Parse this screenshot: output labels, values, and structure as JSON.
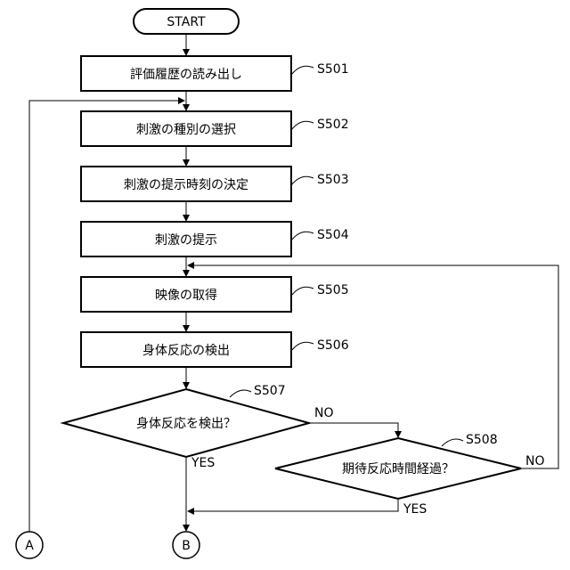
{
  "flowchart": {
    "start": "START",
    "steps": [
      {
        "text": "評価履歴の読み出し",
        "id": "S501"
      },
      {
        "text": "刺激の種別の選択",
        "id": "S502"
      },
      {
        "text": "刺激の提示時刻の決定",
        "id": "S503"
      },
      {
        "text": "刺激の提示",
        "id": "S504"
      },
      {
        "text": "映像の取得",
        "id": "S505"
      },
      {
        "text": "身体反応の検出",
        "id": "S506"
      }
    ],
    "decisions": [
      {
        "text": "身体反応を検出？",
        "id": "S507",
        "yes": "YES",
        "no": "NO"
      },
      {
        "text": "期待反応時間経過？",
        "id": "S508",
        "yes": "YES",
        "no": "NO"
      }
    ],
    "connectors": {
      "a": "A",
      "b": "B"
    }
  }
}
